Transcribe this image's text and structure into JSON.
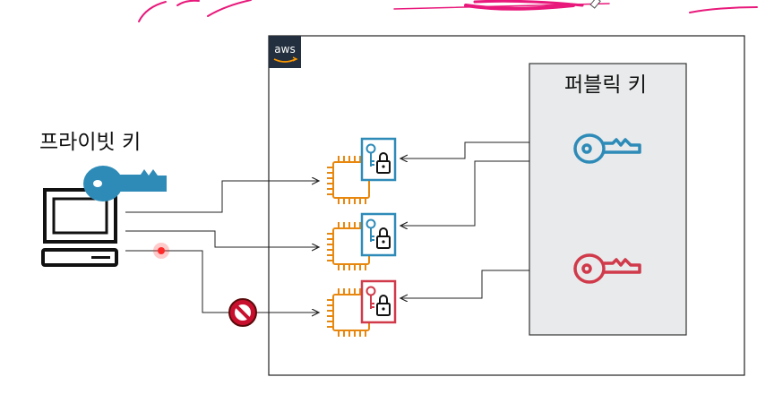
{
  "aws_logo": {
    "text": "aws",
    "icon": "aws-logo-icon"
  },
  "private_key": {
    "label": "프라이빗 키",
    "icon": "key-icon"
  },
  "public_key": {
    "label": "퍼블릭 키",
    "icon": "key-icon"
  },
  "blocked_icon": "no-entry-icon",
  "colors": {
    "blue_key": "#2E8BB8",
    "red_key": "#D03A4A",
    "chip": "#E8870E",
    "public_panel": "#E8EAEB",
    "annotation": "#E8197B",
    "laser": "#FF2A2A"
  }
}
